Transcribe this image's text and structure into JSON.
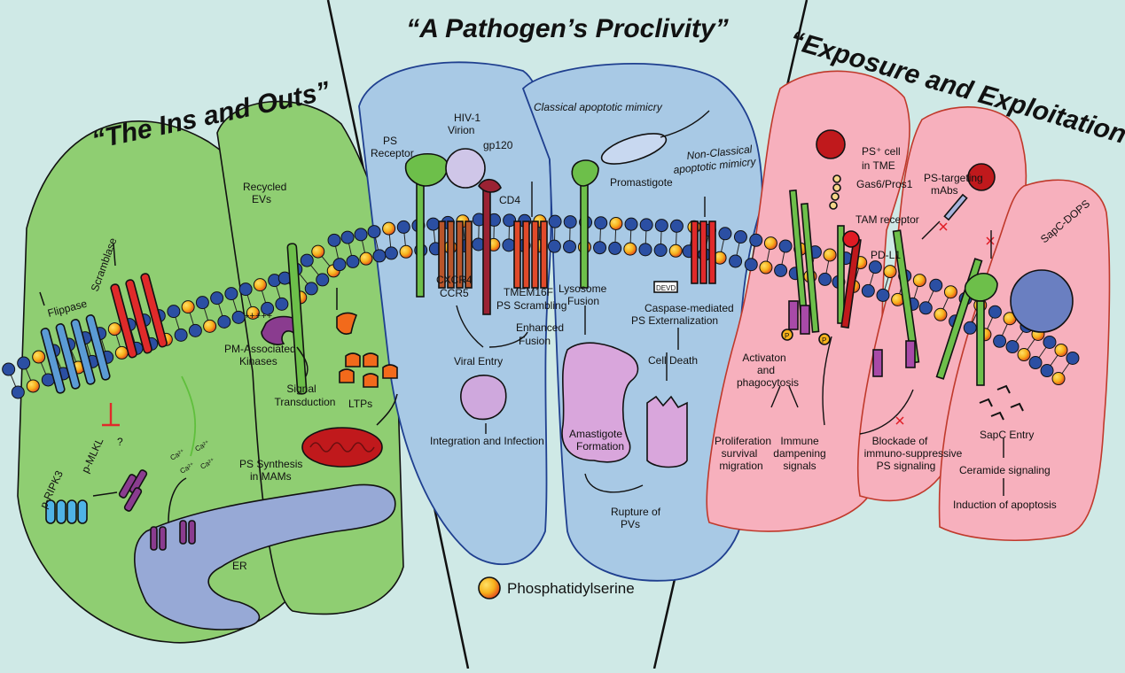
{
  "colors": {
    "background": "#cfe9e6",
    "green_panel": "#8fce72",
    "blue_panel": "#a8c9e5",
    "pink_panel": "#f7b0bd",
    "ps_head": "#f7b21c",
    "pc_head": "#2b4fa3",
    "scramblase": "#e02a2a",
    "flippase": "#5b9bd5",
    "purple": "#8a3c8f",
    "orange": "#f26a1b",
    "er": "#97a9d6",
    "mito": "#c0191c",
    "receptor_green": "#6dbf4a",
    "amastigote": "#d9a6dc",
    "cd4": "#9b2233",
    "sapc_core": "#6a7fc1"
  },
  "titles": {
    "left": "“The Ins and Outs”",
    "middle": "“A Pathogen’s Proclivity”",
    "right": "“Exposure and Exploitation”"
  },
  "left": {
    "flippase": "Flippase",
    "scramblase": "Scramblase",
    "question": "?",
    "pripk3": "p-RIPK3",
    "pmlkl": "p-MLKL",
    "ca": "Ca²⁺",
    "recycled_evs": [
      "Recycled",
      "EVs"
    ],
    "plus": "+++++",
    "pm_kinases": [
      "PM-Associated",
      "Kinases"
    ],
    "signal_transduction": [
      "Signal",
      "Transduction"
    ],
    "ltps": "LTPs",
    "ps_synthesis": [
      "PS Synthesis",
      "in MAMs"
    ],
    "er": "ER"
  },
  "middle": {
    "classical": "Classical apoptotic mimicry",
    "non_classical": [
      "Non-Classical",
      "apoptotic mimicry"
    ],
    "hiv": [
      "HIV-1",
      "Virion"
    ],
    "ps_receptor": [
      "PS",
      "Receptor"
    ],
    "gp120": "gp120",
    "cd4": "CD4",
    "promastigote": "Promastigote",
    "cxcr4": [
      "CXCR4",
      "CCR5"
    ],
    "tmem16f": [
      "TMEM16F",
      "PS Scrambling"
    ],
    "enhanced_fusion": [
      "Enhanced",
      "Fusion"
    ],
    "viral_entry": "Viral Entry",
    "integration": "Integration and Infection",
    "lysosome": [
      "Lysosome",
      "Fusion"
    ],
    "devd": "DEVD",
    "caspase": [
      "Caspase-mediated",
      "PS Externalization"
    ],
    "cell_death": "Cell Death",
    "amastigote": [
      "Amastigote",
      "Formation"
    ],
    "rupture": [
      "Rupture of",
      "PVs"
    ]
  },
  "right": {
    "ps_cell": [
      "PS⁺ cell",
      "in TME"
    ],
    "gas6": "Gas6/Pros1",
    "tam": "TAM receptor",
    "pdl1": "PD-L1",
    "ps_mabs": [
      "PS-targeting",
      "mAbs"
    ],
    "sapc_dops": "SapC-DOPS",
    "p": "P",
    "activation": [
      "Activaton",
      "and",
      "phagocytosis"
    ],
    "proliferation": [
      "Proliferation",
      "survival",
      "migration"
    ],
    "immune": [
      "Immune",
      "dampening",
      "signals"
    ],
    "blockade": [
      "Blockade of",
      "immuno-suppressive",
      "PS signaling"
    ],
    "sapc_entry": "SapC Entry",
    "ceramide": "Ceramide signaling",
    "induction": "Induction of apoptosis"
  },
  "legend": {
    "label": "Phosphatidylserine"
  }
}
